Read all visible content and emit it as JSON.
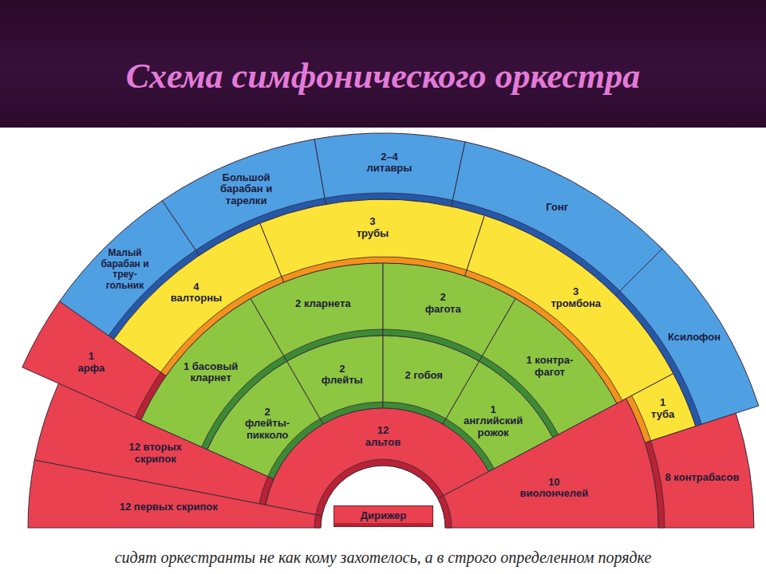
{
  "diagram": {
    "title": "Схема симфонического оркестра",
    "caption": "сидят оркестранты не как кому захотелось, а в строго определенном порядке",
    "nodes": [
      {
        "text": [
          "Большой барабан и тарелки"
        ]
      },
      {
        "text": [
          "2–4 литавры"
        ]
      },
      {
        "text": [
          "Малый барабан и треу- гольник"
        ]
      },
      {
        "text": [
          "Гонг"
        ]
      },
      {
        "text": [
          "3 трубы"
        ]
      },
      {
        "text": [
          "Ксилофон"
        ]
      },
      {
        "text": [
          "4 валторны"
        ]
      },
      {
        "text": [
          "3 тромбона"
        ]
      },
      {
        "text": [
          "1 арфа"
        ]
      },
      {
        "text": [
          "2 кларнета"
        ]
      },
      {
        "text": [
          "2 фагота"
        ]
      },
      {
        "text": [
          "1 басовый кларнет"
        ]
      },
      {
        "text": [
          "2 флейты"
        ]
      },
      {
        "text": [
          "2 гобоя"
        ]
      },
      {
        "text": [
          "1 контра- фагот"
        ]
      },
      {
        "text": [
          "1 туба"
        ]
      },
      {
        "text": [
          "2 флейты- пикколо"
        ]
      },
      {
        "text": [
          "1 английский рожок"
        ]
      },
      {
        "text": [
          "12 альтов"
        ]
      },
      {
        "text": [
          "12 вторых скрипок"
        ]
      },
      {
        "text": [
          "8 контрабасов"
        ]
      },
      {
        "text": [
          "12 первых скрипок"
        ]
      },
      {
        "text": [
          "10 виолончелей"
        ]
      },
      {
        "text": [
          "Дирижер"
        ]
      }
    ]
  }
}
